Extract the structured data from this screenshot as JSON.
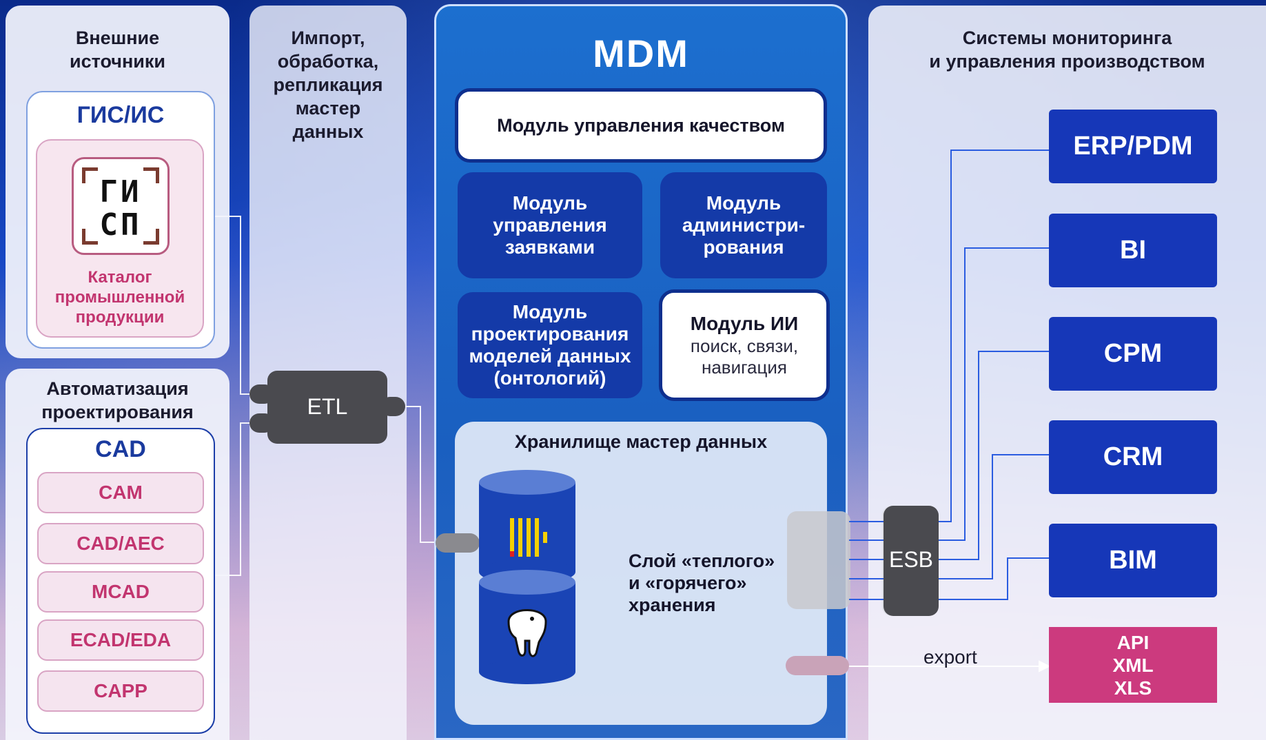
{
  "left_top": {
    "title": "Внешние\nисточники",
    "section": "ГИС/ИС",
    "logo_text_line1": "ГИ",
    "logo_text_line2": "СП",
    "catalog": "Каталог\nпромышленной\nпродукции"
  },
  "left_bottom": {
    "title": "Автоматизация\nпроектирования",
    "section": "CAD",
    "items": [
      "CAM",
      "CAD/AEC",
      "MCAD",
      "ECAD/EDA",
      "CAPP"
    ]
  },
  "import_column": {
    "title": "Импорт,\nобработка,\nрепликация\nмастер\nданных",
    "etl_label": "ETL"
  },
  "mdm": {
    "title": "MDM",
    "quality_module": "Модуль управления качеством",
    "requests_module": "Модуль\nуправления\nзаявками",
    "admin_module": "Модуль\nадминистри-\nрования",
    "modeling_module": "Модуль\nпроектирования\nмоделей данных\n(онтологий)",
    "ai_module_title": "Модуль ИИ",
    "ai_module_desc": "поиск, связи,\nнавигация",
    "storage_title": "Хранилище мастер данных",
    "storage_layer": "Слой «теплого»\nи «горячего»\nхранения"
  },
  "right": {
    "title": "Системы мониторинга\nи управления производством",
    "systems": [
      "ERP/PDM",
      "BI",
      "CPM",
      "CRM",
      "BIM"
    ],
    "export_formats": "API\nXML\nXLS",
    "esb_label": "ESB",
    "export_label": "export"
  },
  "colors": {
    "system_blue": "#1637b8",
    "module_blue": "#143aa8",
    "pink_text": "#c2356f",
    "export_box": "#cc3a7e",
    "connector_gray": "#4a4a4f"
  }
}
